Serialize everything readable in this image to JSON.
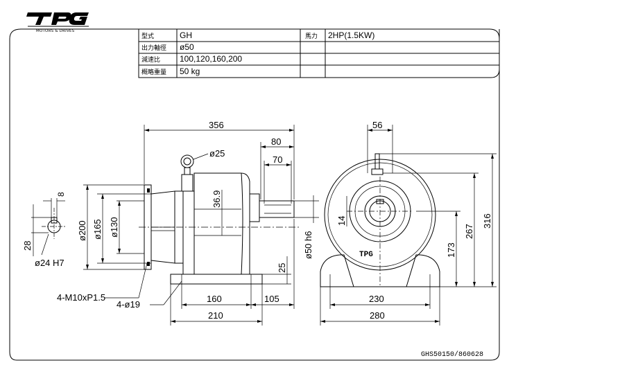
{
  "brand": {
    "logo_text": "TPG",
    "tagline": "MOTORS & DRIVES"
  },
  "spec_table": {
    "rows": [
      {
        "label": "型式",
        "value": "GH"
      },
      {
        "label": "出力軸徑",
        "value": "ø50"
      },
      {
        "label": "減速比",
        "value": "100,120,160,200"
      },
      {
        "label": "概略重量",
        "value": "50  kg"
      }
    ],
    "power_label": "馬力",
    "power_value": "2HP(1.5KW)"
  },
  "side_view": {
    "overall_length": "356",
    "shaft_length": "80",
    "key_length": "70",
    "shaft_offset": "36.9",
    "flange_dia": "ø200",
    "pilot_dia": "ø165",
    "bolt_circle": "ø130",
    "shaft_dia": "ø50 h6",
    "foot_height": "25",
    "foot_center": "160",
    "foot_overhang": "105",
    "foot_length": "210",
    "tap_holes": "4-M10xP1.5",
    "foot_holes": "4-ø19",
    "eyebolt": "ø25"
  },
  "shaft_detail": {
    "key_width": "8",
    "key_depth": "28",
    "bore": "ø24  H7"
  },
  "end_view": {
    "key_top_width": "56",
    "key_height": "14",
    "shaft_height": "173",
    "housing_height": "267",
    "total_height": "316",
    "foot_bolt_span": "230",
    "foot_width": "280"
  },
  "drawing_code": "GHS50150/860628"
}
